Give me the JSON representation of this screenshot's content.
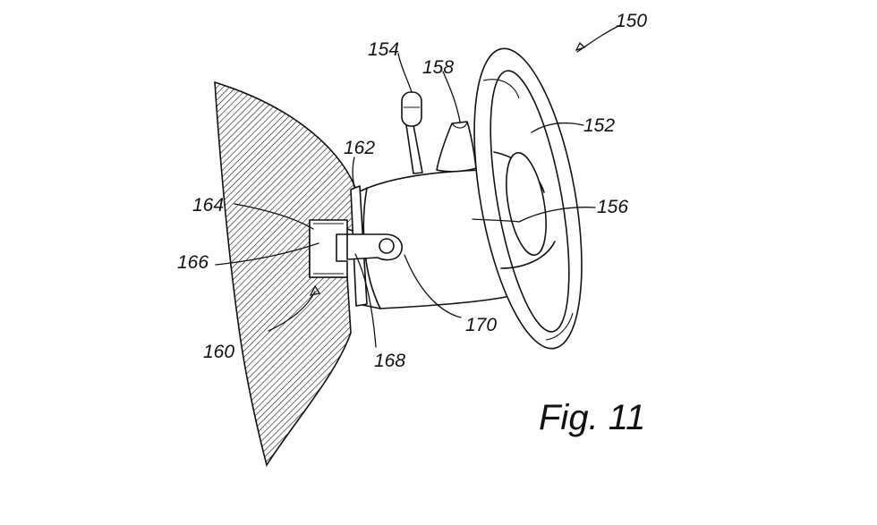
{
  "figure": {
    "caption": "Fig. 11",
    "labels": {
      "l150": "150",
      "l152": "152",
      "l154": "154",
      "l156": "156",
      "l158": "158",
      "l160": "160",
      "l162": "162",
      "l164": "164",
      "l166": "166",
      "l168": "168",
      "l170": "170"
    },
    "colors": {
      "ink": "#111111",
      "paper": "#ffffff"
    }
  }
}
